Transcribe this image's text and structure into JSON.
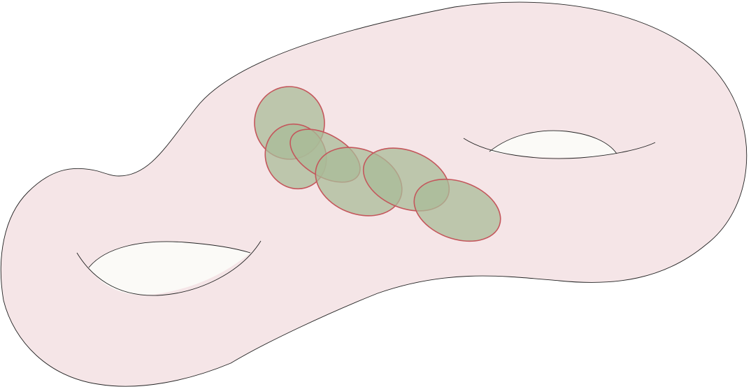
{
  "colors": {
    "background": "#ffffff",
    "surface_fill": "#f5e5e7",
    "surface_stroke": "#222222",
    "hole_fill": "#fbfaf7",
    "patch_fill": "#a9bb98",
    "patch_stroke": "#c4575c"
  },
  "surface": {
    "genus": 2,
    "holes": 2
  },
  "patches": {
    "count": 6,
    "fill_opacity": 0.75
  }
}
